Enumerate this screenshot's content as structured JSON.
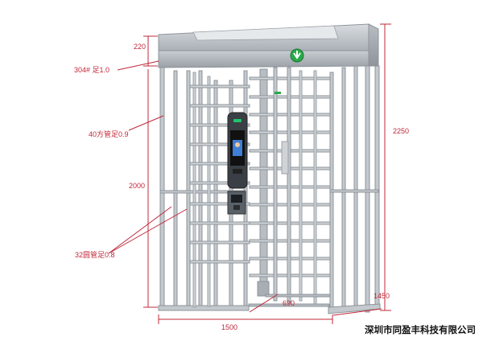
{
  "colors": {
    "dim_line": "#c0283a",
    "dim_text": "#c0283a",
    "metal": "#bfc4c9",
    "metal_dark": "#8e949a",
    "metal_light": "#e4e7ea",
    "arrow_green": "#2aa94a",
    "watermark": "#111111"
  },
  "icons": {
    "direction": "green-down-arrow-icon",
    "screen": "face-recognition-screen-icon",
    "reader": "card-reader-icon"
  },
  "dimensions": {
    "top_height": "220",
    "body_height": "2000",
    "total_height": "2250",
    "width": "1500",
    "depth": "1450",
    "passage": "690"
  },
  "annotations": {
    "top_material": "304# 足1.0",
    "square_tube": "40方管足0.9",
    "round_tube": "32圆管足0.8"
  },
  "watermark": "深圳市同盈丰科技有限公司"
}
